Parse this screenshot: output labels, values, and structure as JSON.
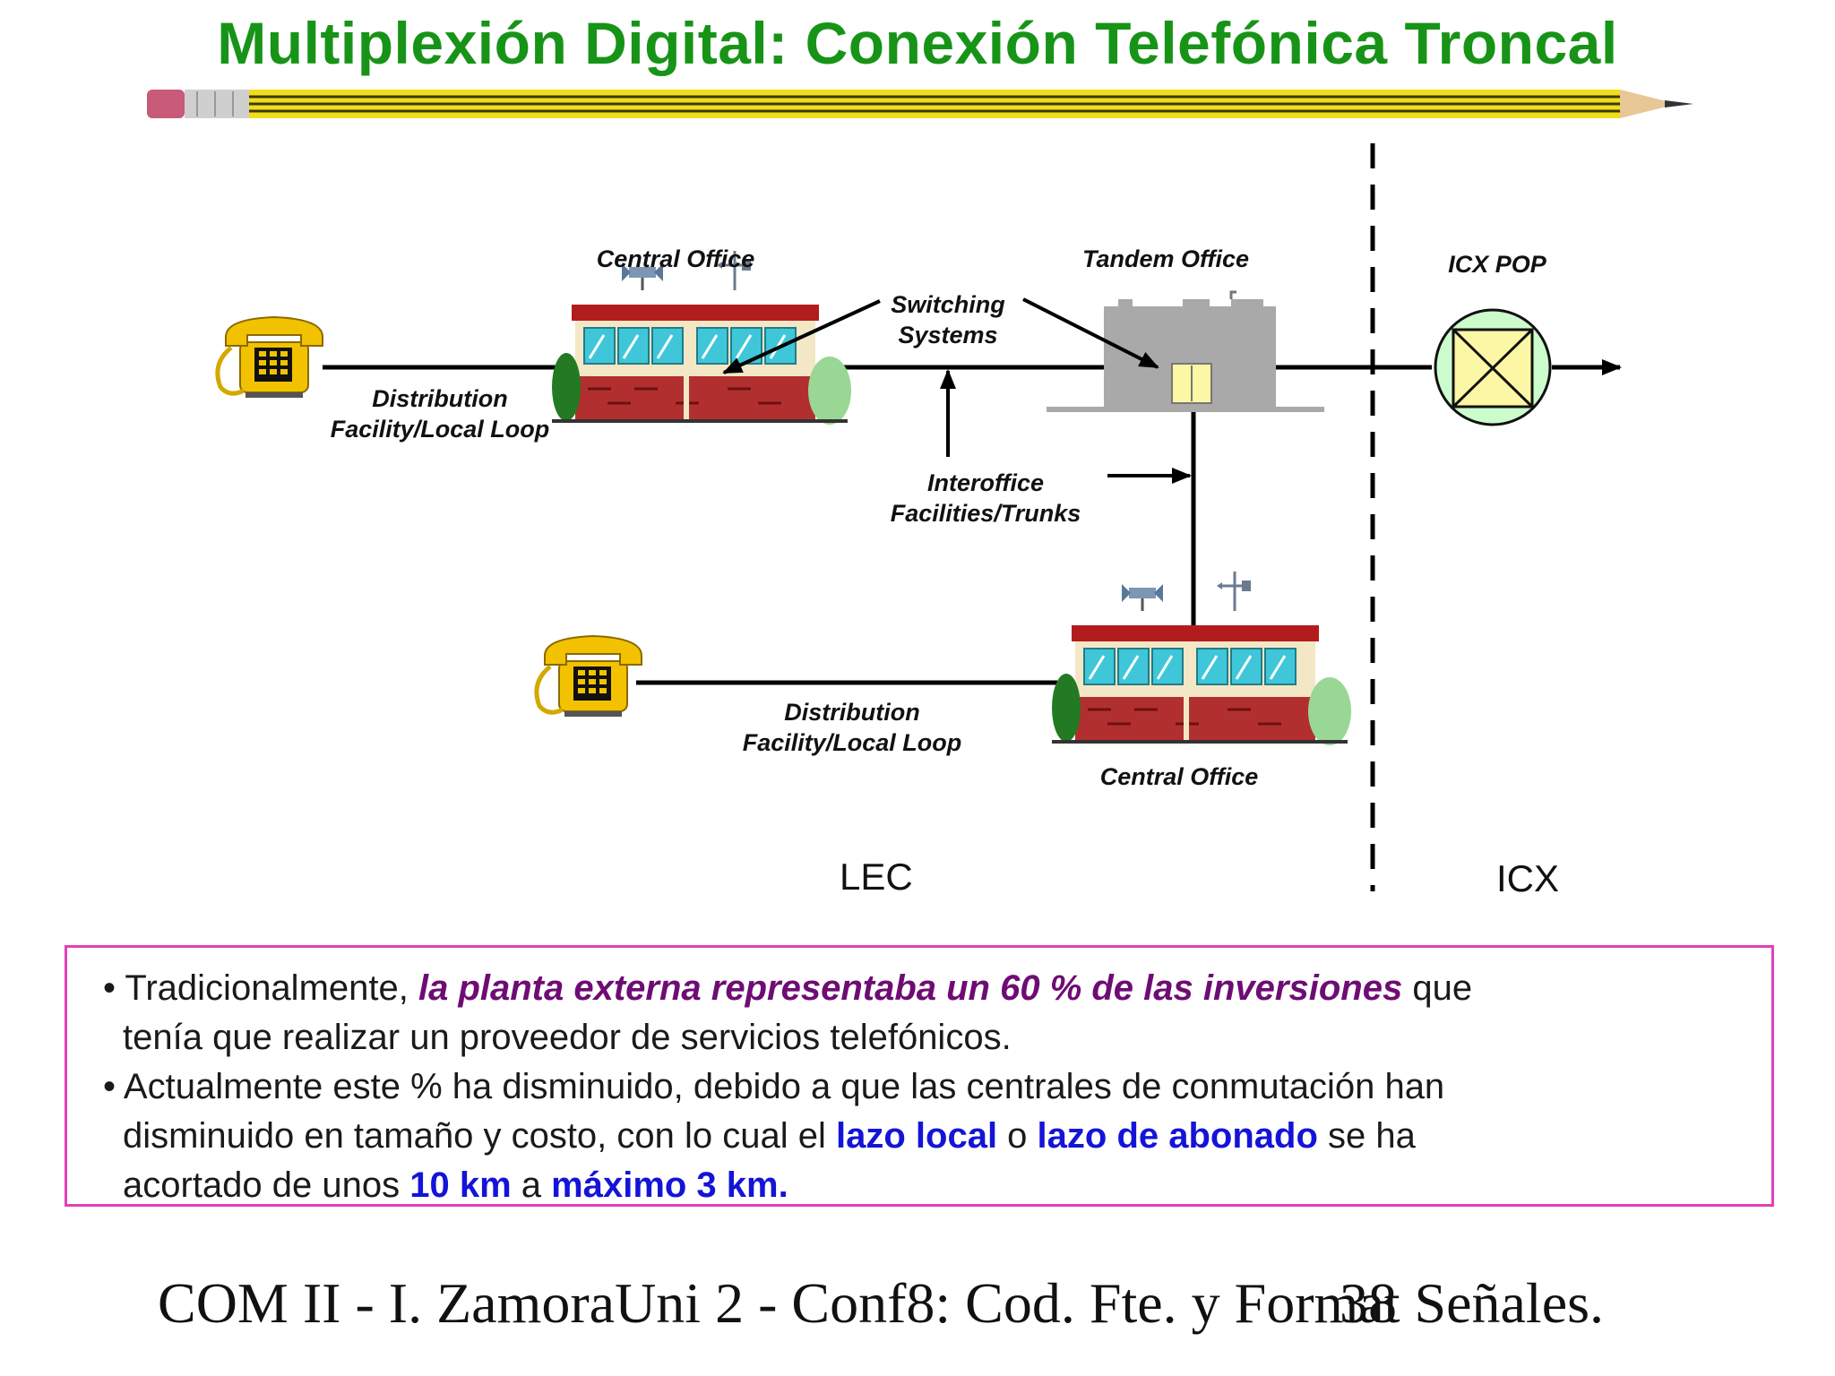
{
  "title": "Multiplexión Digital: Conexión Telefónica Troncal",
  "diagram": {
    "labels": {
      "central_office_top": "Central Office",
      "tandem_office": "Tandem Office",
      "icx_pop": "ICX POP",
      "switching_l1": "Switching",
      "switching_l2": "Systems",
      "dist1_l1": "Distribution",
      "dist1_l2": "Facility/Local Loop",
      "interoffice_l1": "Interoffice",
      "interoffice_l2": "Facilities/Trunks",
      "dist2_l1": "Distribution",
      "dist2_l2": "Facility/Local Loop",
      "central_office_bottom": "Central Office",
      "lec": "LEC",
      "icx": "ICX"
    },
    "colors": {
      "phone": "#f2c200",
      "building_roof": "#b31c1c",
      "brick": "#b22f2f",
      "window": "#3fc7d9",
      "tandem": "#a9a9a9",
      "icx_pop_fill": "#ccfbcc",
      "icx_pop_box": "#fcf7a4"
    }
  },
  "textbox": {
    "b1_pre": "Tradicionalmente, ",
    "b1_em": "la planta externa representaba un 60 % de las inversiones",
    "b1_post": " que",
    "b1_line2": "tenía que realizar un proveedor de servicios telefónicos.",
    "b2_line1": "Actualmente este % ha disminuido, debido a que las centrales de conmutación han",
    "b2_line2_pre": "disminuido en tamaño y costo, con lo cual el ",
    "b2_lazo_local": "lazo local",
    "b2_o": " o ",
    "b2_lazo_abonado": "lazo de abonado",
    "b2_line2_post": " se ha",
    "b2_line3_pre": "acortado de unos ",
    "b2_10km": "10 km",
    "b2_a": " a ",
    "b2_max": "máximo 3 km."
  },
  "footer": {
    "text": "COM II - I. ZamoraUni 2 - Conf8: Cod. Fte. y Format Señales.",
    "page": "38"
  }
}
